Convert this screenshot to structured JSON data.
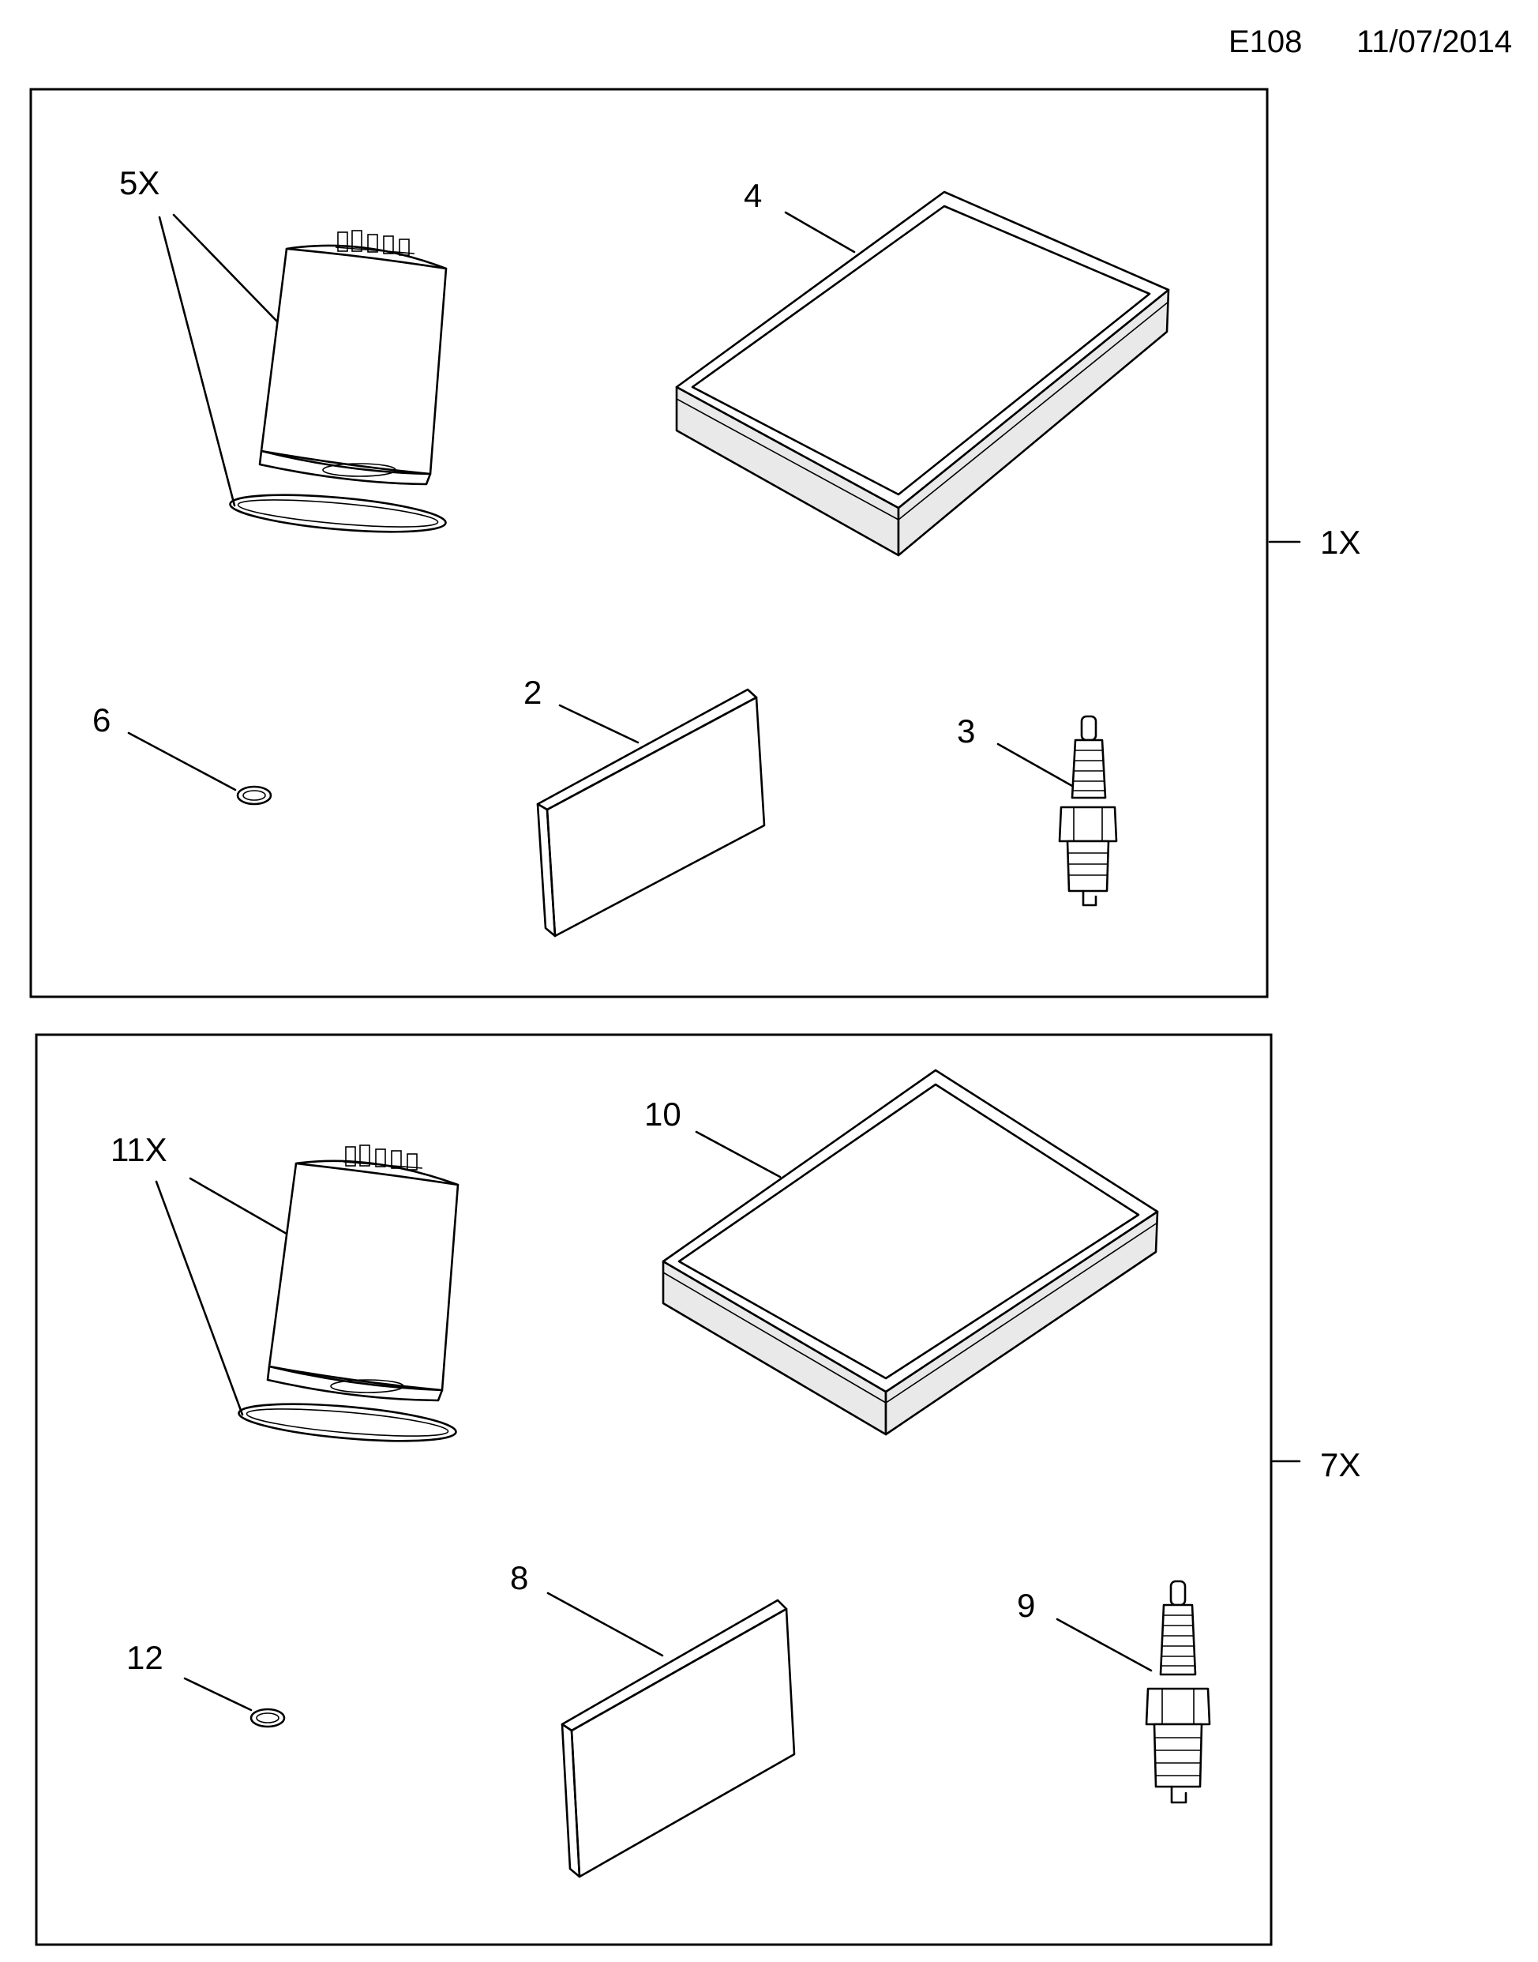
{
  "header": {
    "code": "E108",
    "date": "11/07/2014"
  },
  "panels": [
    {
      "kit_label": "1X",
      "callouts": {
        "oil_filter": "5X",
        "air_filter": "4",
        "drain_seal": "6",
        "cabin_filter": "2",
        "spark_plug": "3"
      }
    },
    {
      "kit_label": "7X",
      "callouts": {
        "oil_filter": "11X",
        "air_filter": "10",
        "drain_seal": "12",
        "cabin_filter": "8",
        "spark_plug": "9"
      }
    }
  ]
}
